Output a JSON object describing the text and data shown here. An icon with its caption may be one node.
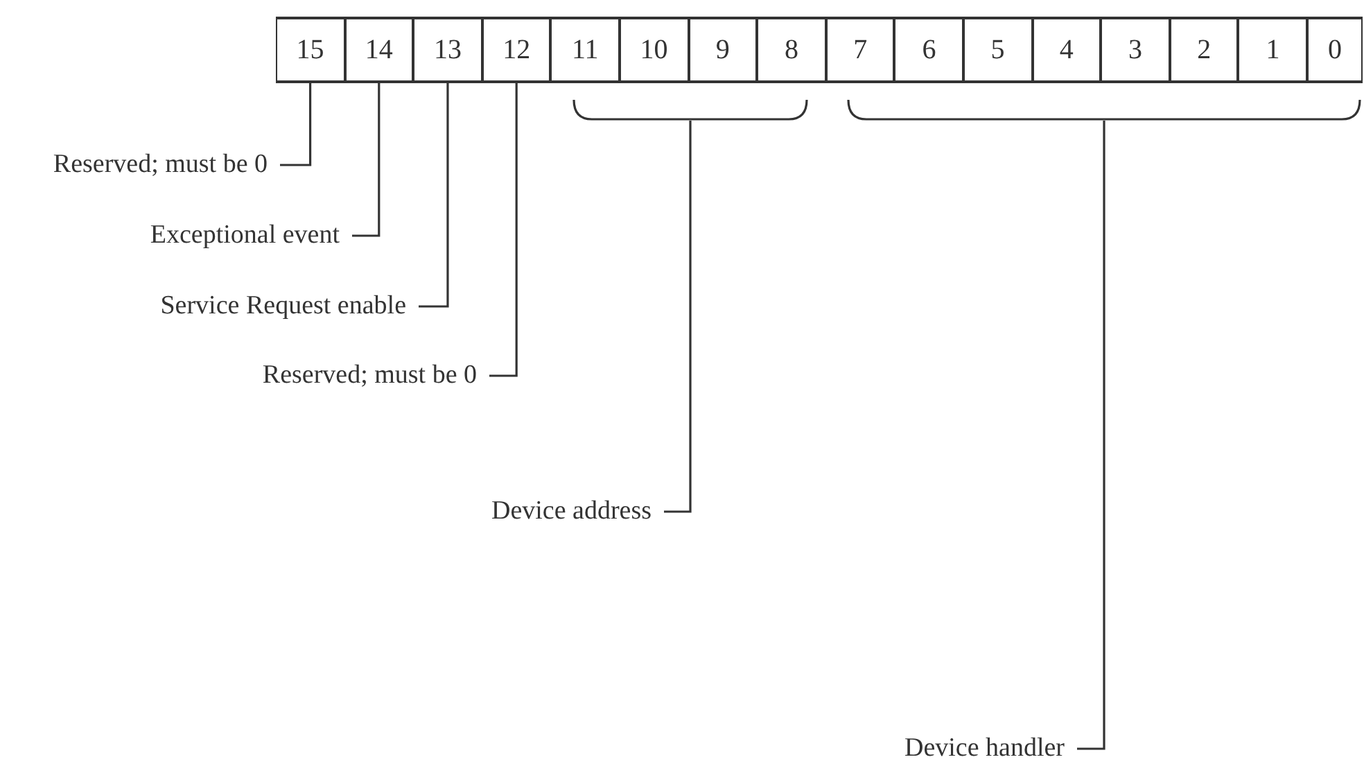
{
  "diagram": {
    "nodes": [
      {
        "text": [
          "15"
        ]
      },
      {
        "text": [
          "14"
        ]
      },
      {
        "text": [
          "13"
        ]
      },
      {
        "text": [
          "12"
        ]
      },
      {
        "text": [
          "11"
        ]
      },
      {
        "text": [
          "10"
        ]
      },
      {
        "text": [
          "9"
        ]
      },
      {
        "text": [
          "8"
        ]
      },
      {
        "text": [
          "7"
        ]
      },
      {
        "text": [
          "6"
        ]
      },
      {
        "text": [
          "5"
        ]
      },
      {
        "text": [
          "4"
        ]
      },
      {
        "text": [
          "3"
        ]
      },
      {
        "text": [
          "2"
        ]
      },
      {
        "text": [
          "1"
        ]
      },
      {
        "text": [
          "0"
        ]
      },
      {
        "text": [],
        "shape": "bracket"
      },
      {
        "text": [],
        "shape": "bracket"
      },
      {
        "text": [
          "Reserved; must be 0"
        ]
      },
      {
        "text": [
          "Exceptional event"
        ]
      },
      {
        "text": [
          "Service Request enable"
        ]
      },
      {
        "text": [
          "Reserved; must be 0"
        ]
      },
      {
        "text": [
          "Device address"
        ]
      },
      {
        "text": [
          "Device handler"
        ]
      }
    ],
    "edges": [
      {
        "from": 18,
        "to": 0,
        "arrow": "none"
      },
      {
        "from": 19,
        "to": 1,
        "arrow": "none"
      },
      {
        "from": 20,
        "to": 2,
        "arrow": "none"
      },
      {
        "from": 21,
        "to": 3,
        "arrow": "none"
      },
      {
        "from": 22,
        "to": 16,
        "arrow": "none"
      },
      {
        "from": 23,
        "to": 17,
        "arrow": "none"
      }
    ]
  }
}
